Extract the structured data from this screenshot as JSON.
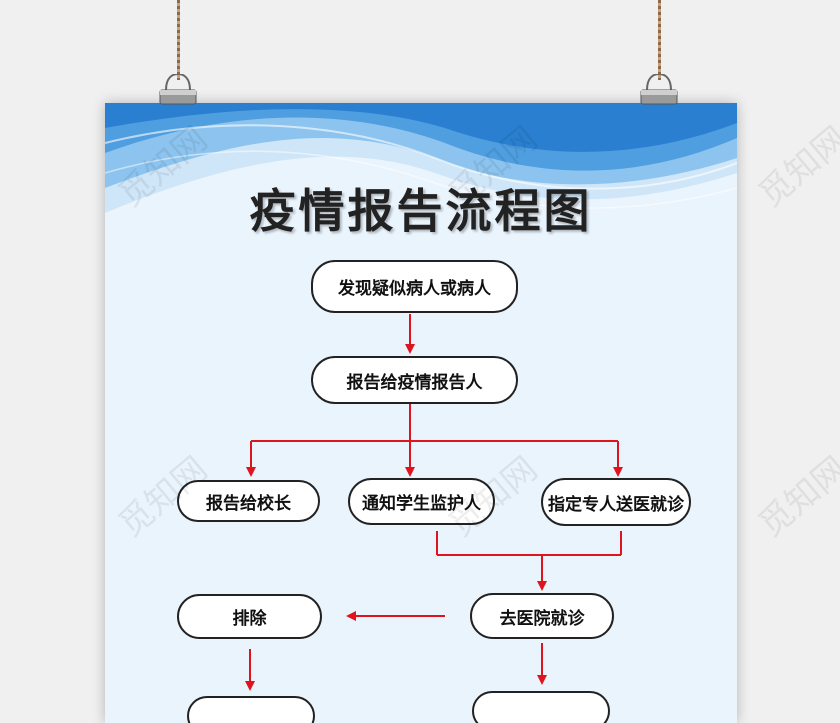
{
  "poster": {
    "title": "疫情报告流程图"
  },
  "watermark": "觅知网",
  "nodes": {
    "found_patient": "发现疑似病人或病人",
    "report_to_reporter": "报告给疫情报告人",
    "report_to_principal": "报告给校长",
    "notify_guardian": "通知学生监护人",
    "designate_escort": "指定专人送医就诊",
    "exclude": "排除",
    "go_hospital": "去医院就诊"
  },
  "colors": {
    "arrow": "#e0141e",
    "wave_dark": "#2a7fd0",
    "wave_light": "#8cc4ef",
    "poster_bg": "#eaf4fd"
  }
}
